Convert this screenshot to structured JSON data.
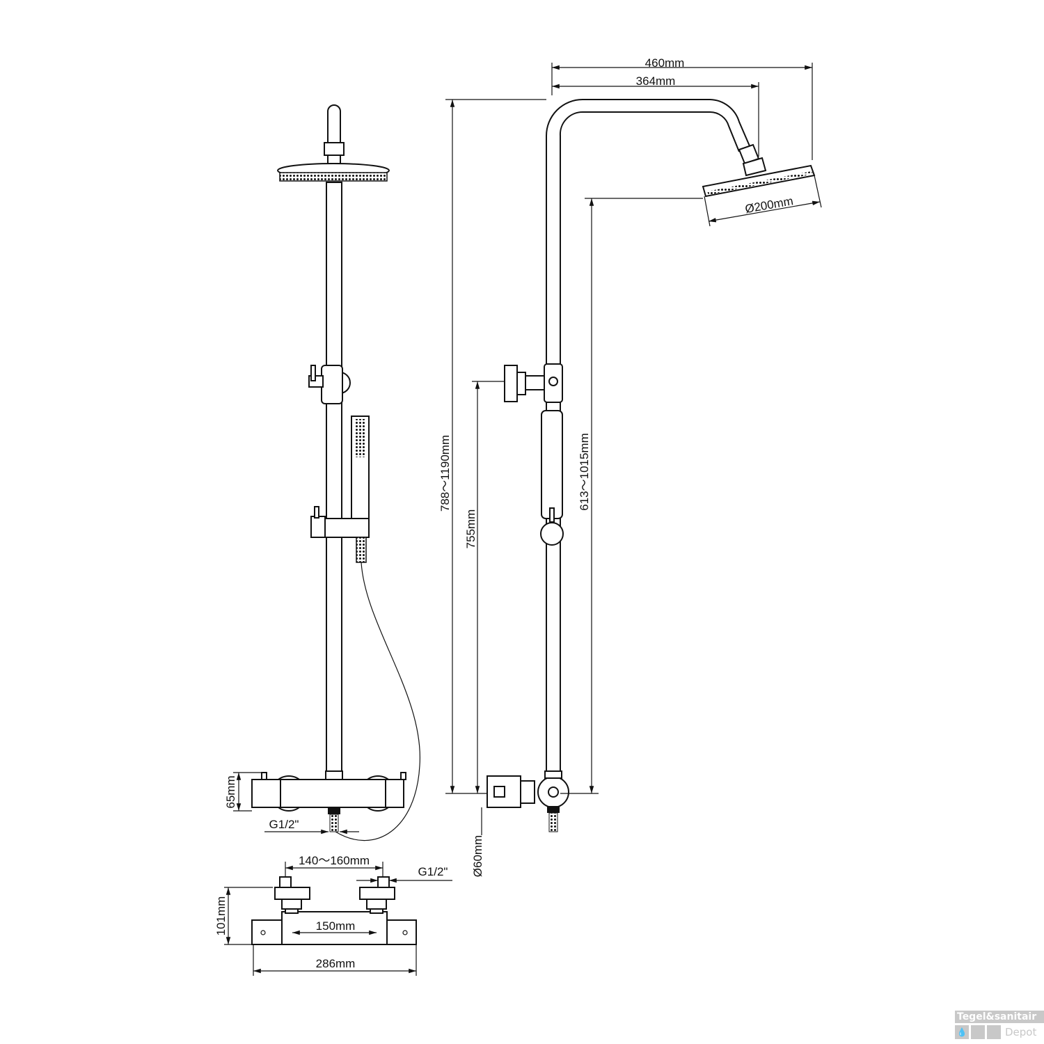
{
  "title": "Shower system technical drawing",
  "dimensions": {
    "head_arm_total": "460mm",
    "head_arm_reach": "364mm",
    "head_diameter": "Ø200mm",
    "total_height": "788～1190mm",
    "holder_height": "755mm",
    "head_height": "613～1015mm",
    "mixer_height_front": "65mm",
    "outlet_thread_front": "G1/2\"",
    "inlet_spacing": "140～160mm",
    "inlet_thread": "G1/2\"",
    "mixer_depth": "101mm",
    "center_distance": "150mm",
    "mixer_width": "286mm",
    "mixer_diameter": "Ø60mm"
  },
  "watermark": {
    "line1": "Tegel&sanitair",
    "line2": "Depot"
  }
}
